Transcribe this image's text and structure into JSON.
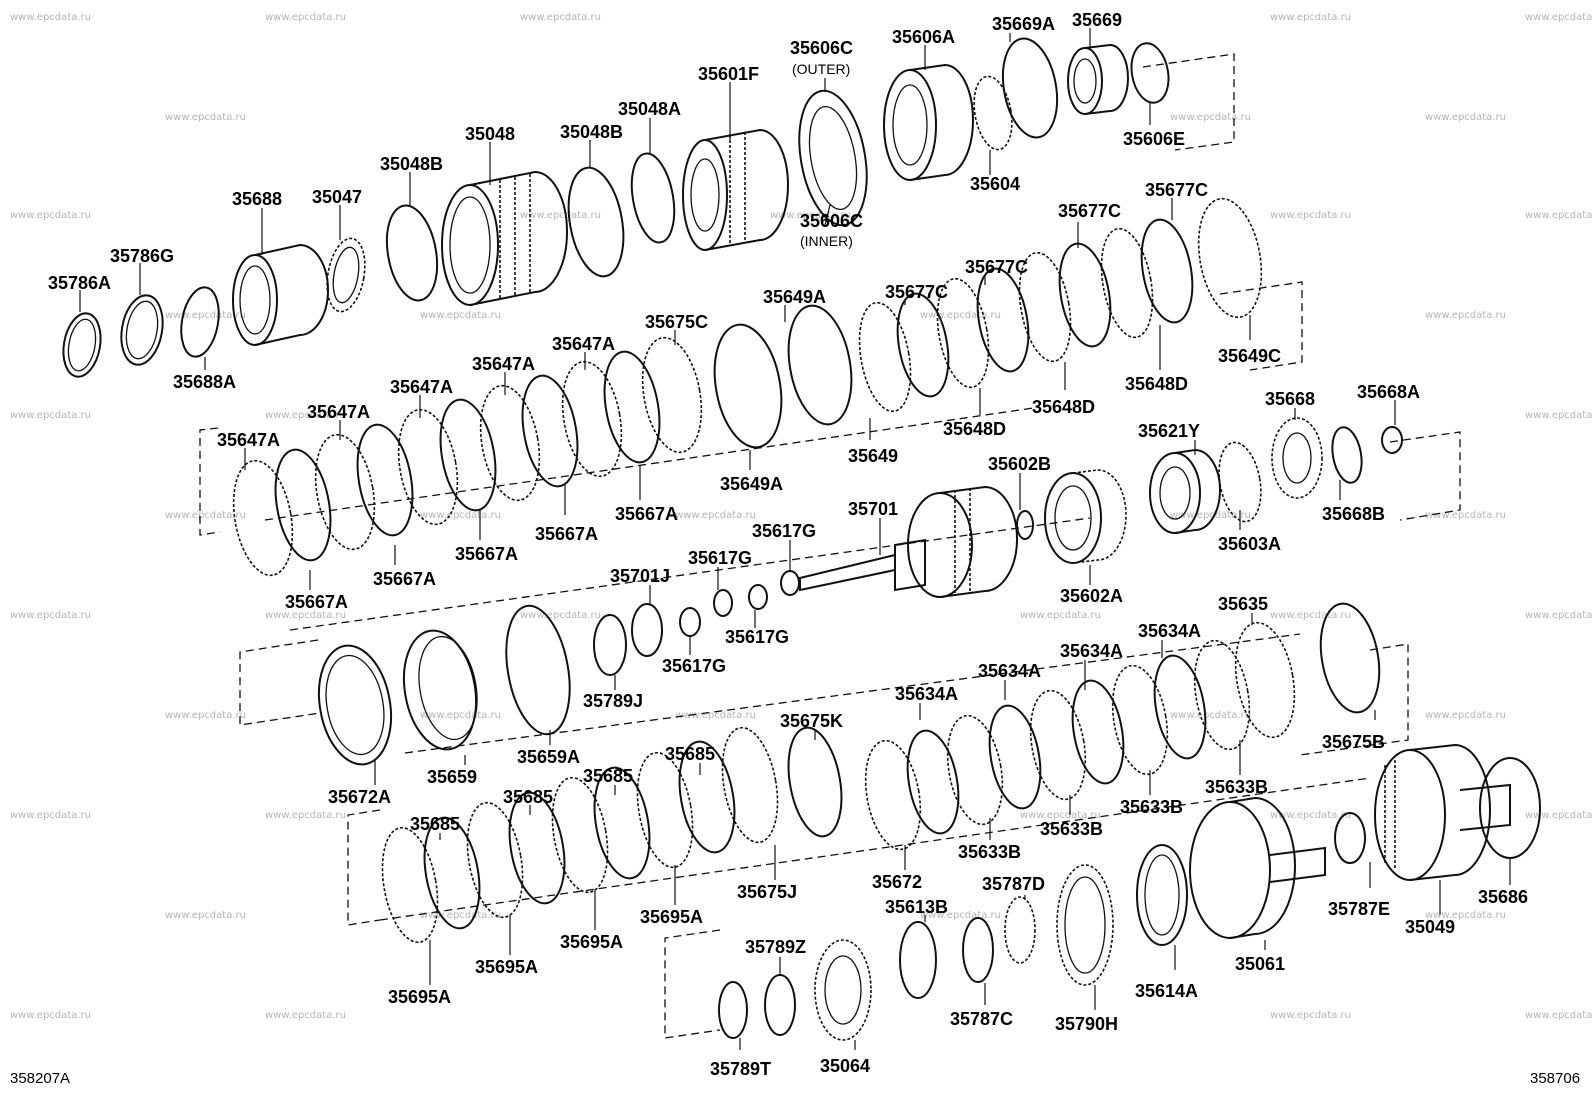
{
  "watermark": "www.epcdata.ru",
  "corner_left": "358207A",
  "corner_right": "358706",
  "labels": {
    "p35786A": "35786A",
    "p35786G": "35786G",
    "p35688A": "35688A",
    "p35688": "35688",
    "p35047": "35047",
    "p35048B_1": "35048B",
    "p35048": "35048",
    "p35048B_2": "35048B",
    "p35048A": "35048A",
    "p35601F": "35601F",
    "p35606C_outer": "35606C",
    "outer": "(OUTER)",
    "p35606C_inner": "35606C",
    "inner": "(INNER)",
    "p35606A": "35606A",
    "p35669A": "35669A",
    "p35669": "35669",
    "p35604": "35604",
    "p35606E": "35606E",
    "p35677C_1": "35677C",
    "p35677C_2": "35677C",
    "p35677C_3": "35677C",
    "p35677C_4": "35677C",
    "p35649C": "35649C",
    "p35648D_1": "35648D",
    "p35648D_2": "35648D",
    "p35648D_3": "35648D",
    "p35649": "35649",
    "p35649A_1": "35649A",
    "p35649A_2": "35649A",
    "p35675C": "35675C",
    "p35647A_1": "35647A",
    "p35647A_2": "35647A",
    "p35647A_3": "35647A",
    "p35647A_4": "35647A",
    "p35647A_5": "35647A",
    "p35667A_1": "35667A",
    "p35667A_2": "35667A",
    "p35667A_3": "35667A",
    "p35667A_4": "35667A",
    "p35667A_5": "35667A",
    "p35668": "35668",
    "p35668A": "35668A",
    "p35668B": "35668B",
    "p35621Y": "35621Y",
    "p35603A": "35603A",
    "p35602B": "35602B",
    "p35602A": "35602A",
    "p35701": "35701",
    "p35617G_1": "35617G",
    "p35617G_2": "35617G",
    "p35617G_3": "35617G",
    "p35617G_4": "35617G",
    "p35701J": "35701J",
    "p35789J": "35789J",
    "p35635": "35635",
    "p35634A_1": "35634A",
    "p35634A_2": "35634A",
    "p35634A_3": "35634A",
    "p35634A_4": "35634A",
    "p35675B": "35675B",
    "p35633B_1": "35633B",
    "p35633B_2": "35633B",
    "p35633B_3": "35633B",
    "p35633B_4": "35633B",
    "p35672": "35672",
    "p35675K": "35675K",
    "p35672A": "35672A",
    "p35659": "35659",
    "p35659A": "35659A",
    "p35685_1": "35685",
    "p35685_2": "35685",
    "p35685_3": "35685",
    "p35685_4": "35685",
    "p35675J": "35675J",
    "p35695A_1": "35695A",
    "p35695A_2": "35695A",
    "p35695A_3": "35695A",
    "p35695A_4": "35695A",
    "p35686": "35686",
    "p35049": "35049",
    "p35787E": "35787E",
    "p35061": "35061",
    "p35614A": "35614A",
    "p35790H": "35790H",
    "p35787D": "35787D",
    "p35787C": "35787C",
    "p35613B": "35613B",
    "p35789Z": "35789Z",
    "p35064": "35064",
    "p35789T": "35789T"
  }
}
